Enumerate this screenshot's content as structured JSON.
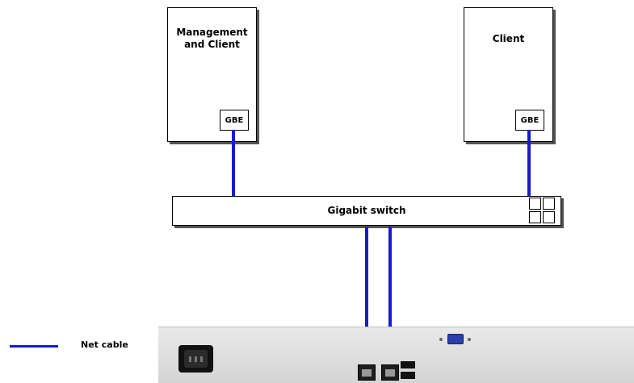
{
  "nodes": {
    "management": {
      "label": "Management\nand Client",
      "port": "GBE"
    },
    "client": {
      "label": "Client",
      "port": "GBE"
    },
    "switch": {
      "label": "Gigabit switch"
    }
  },
  "legend": {
    "cable_label": "Net cable"
  },
  "colors": {
    "cable": "#1a1acc",
    "vga_port": "#2a3fae"
  }
}
